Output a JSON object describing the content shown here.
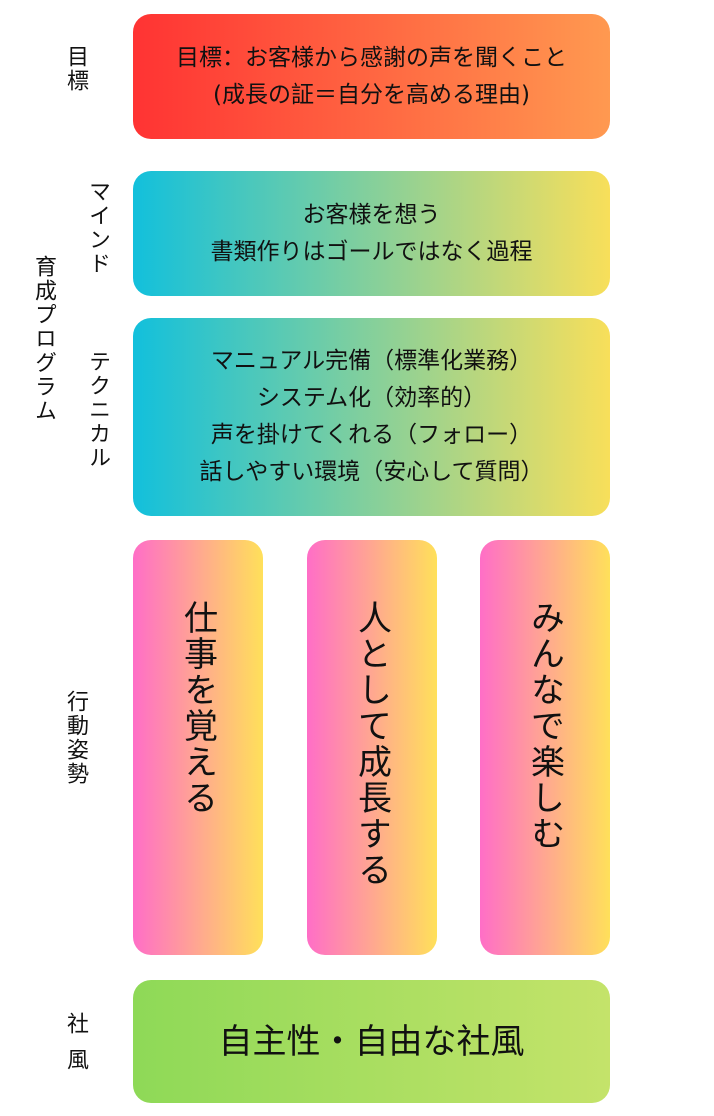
{
  "labels": {
    "goal": "目標",
    "program": "育成プログラム",
    "mind": "マインド",
    "technical": "テクニカル",
    "behavior": "行動姿勢",
    "culture": "社風"
  },
  "goal_box": [
    "目標：お客様から感謝の声を聞くこと",
    "(成長の証＝自分を高める理由)"
  ],
  "mind_box": [
    "お客様を想う",
    "書類作りはゴールではなく過程"
  ],
  "technical_box": [
    "マニュアル完備（標準化業務）",
    "システム化（効率的）",
    "声を掛けてくれる（フォロー）",
    "話しやすい環境（安心して質問）"
  ],
  "behavior_columns": [
    "仕事を覚える",
    "人として成長する",
    "みんなで楽しむ"
  ],
  "culture_box": "自主性・自由な社風",
  "colors": {
    "goal": [
      "#ff3333",
      "#ff9950"
    ],
    "program": [
      "#12c0dc",
      "#f8df5a"
    ],
    "behavior": [
      "#ff6ec7",
      "#ffe05a"
    ],
    "culture": [
      "#8ed957",
      "#c4e36a"
    ]
  }
}
